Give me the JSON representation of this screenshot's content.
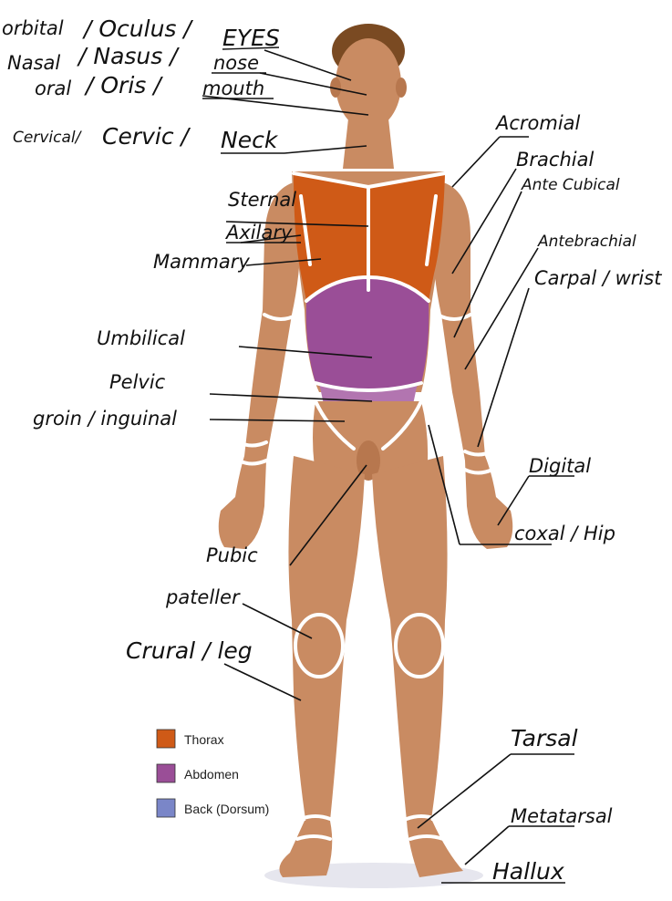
{
  "legend": [
    {
      "label": "Thorax",
      "color": "#cf5a17"
    },
    {
      "label": "Abdomen",
      "color": "#9a4e97"
    },
    {
      "label": "Back (Dorsum)",
      "color": "#7a86c8"
    }
  ],
  "labels": {
    "orbital": "orbital",
    "oculus": "/ Oculus /",
    "eyes": "EYES",
    "nasal": "Nasal",
    "nasus": "/ Nasus /",
    "nose": "nose",
    "oral": "oral",
    "oris": "/ Oris /",
    "mouth": "mouth",
    "cervical": "Cervical/",
    "cervic": "Cervic /",
    "neck": "Neck",
    "acromial": "Acromial",
    "brachial": "Brachial",
    "antecubical": "Ante Cubical",
    "antebrachial": "Antebrachial",
    "carpal": "Carpal / wrist",
    "sternal": "Sternal",
    "axilary": "Axilary",
    "mammary": "Mammary",
    "umbilical": "Umbilical",
    "pelvic": "Pelvic",
    "groin": "groin / inguinal",
    "digital": "Digital",
    "coxal": "coxal / Hip",
    "pubic": "Pubic",
    "pateller": "pateller",
    "crural": "Crural / leg",
    "tarsal": "Tarsal",
    "metatarsal": "Metatarsal",
    "hallux": "Hallux"
  }
}
